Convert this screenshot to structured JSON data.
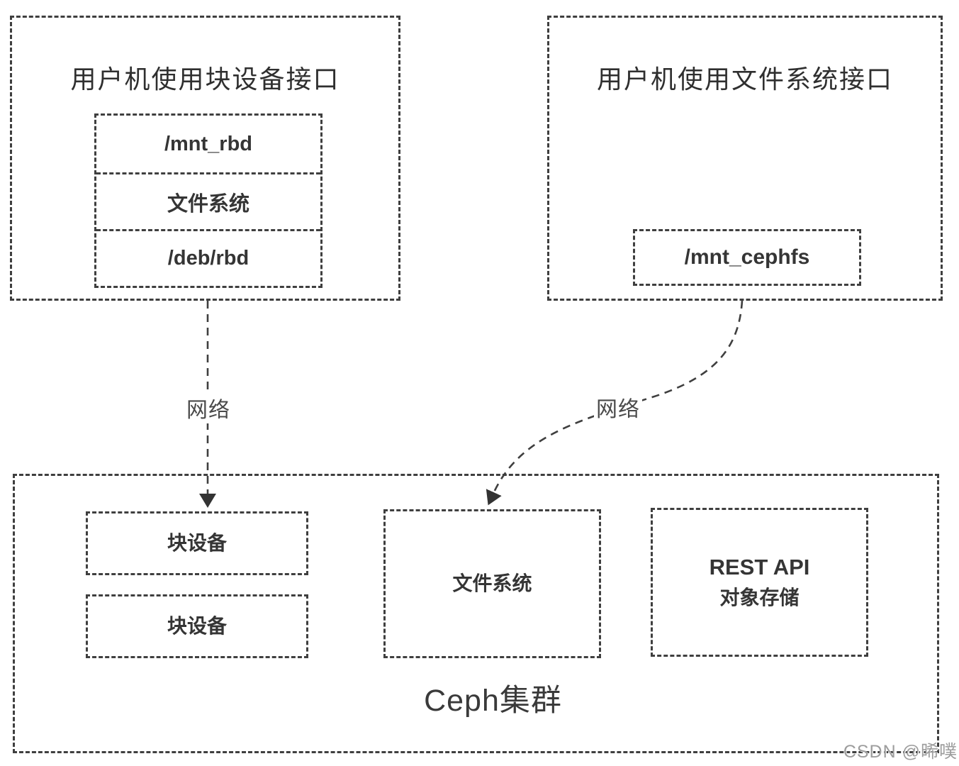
{
  "top_left_box": {
    "title": "用户机使用块设备接口",
    "layers": [
      {
        "label": "/mnt_rbd"
      },
      {
        "label": "文件系统"
      },
      {
        "label": "/deb/rbd"
      }
    ]
  },
  "top_right_box": {
    "title": "用户机使用文件系统接口",
    "mount_label": "/mnt_cephfs"
  },
  "edges": {
    "left_network_label": "网络",
    "right_network_label": "网络"
  },
  "cluster_box": {
    "title": "Ceph集群",
    "block_device_1": "块设备",
    "block_device_2": "块设备",
    "file_system": "文件系统",
    "rest_api_line1": "REST API",
    "rest_api_line2": "对象存储"
  },
  "watermark": "CSDN @晞噗",
  "colors": {
    "line": "#3f3f3f",
    "text": "#333333",
    "network_text": "#4a4a4a",
    "watermark": "#9d9d9d",
    "background": "#ffffff"
  }
}
